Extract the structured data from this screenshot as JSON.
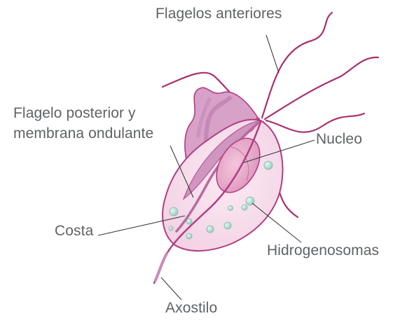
{
  "diagram": {
    "labels": {
      "anterior_flagella": "Flagelos anteriores",
      "posterior_flagellum_line1": "Flagelo posterior y",
      "posterior_flagellum_line2": "membrana ondulante",
      "nucleus": "Nucleo",
      "costa": "Costa",
      "hydrogenosomes": "Hidrogenosomas",
      "axostyle": "Axostilo"
    },
    "colors": {
      "body_fill": "#f6dcea",
      "body_outline": "#b13d82",
      "membrane_fill": "#d7a1c8",
      "membrane_shade": "#b879aa",
      "nucleus_fill": "#e9aacb",
      "flagella": "#a9306f",
      "hydrogenosome": "#a9d6cc",
      "leader_line": "#3a3a3a",
      "label_text": "#5f6266"
    }
  }
}
